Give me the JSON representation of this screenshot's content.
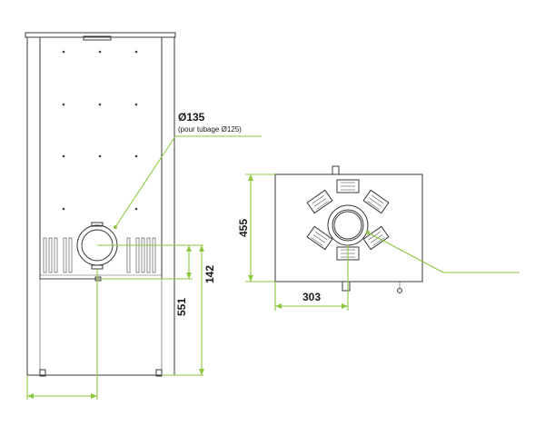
{
  "callouts": {
    "flue_diameter": "Ø135",
    "flue_note": "(pour tubage Ø125)",
    "dim_142": "142",
    "dim_551": "551",
    "dim_455": "455",
    "dim_303": "303"
  },
  "colors": {
    "dimension": "#8dc63f",
    "outline": "#3a3a3a"
  }
}
